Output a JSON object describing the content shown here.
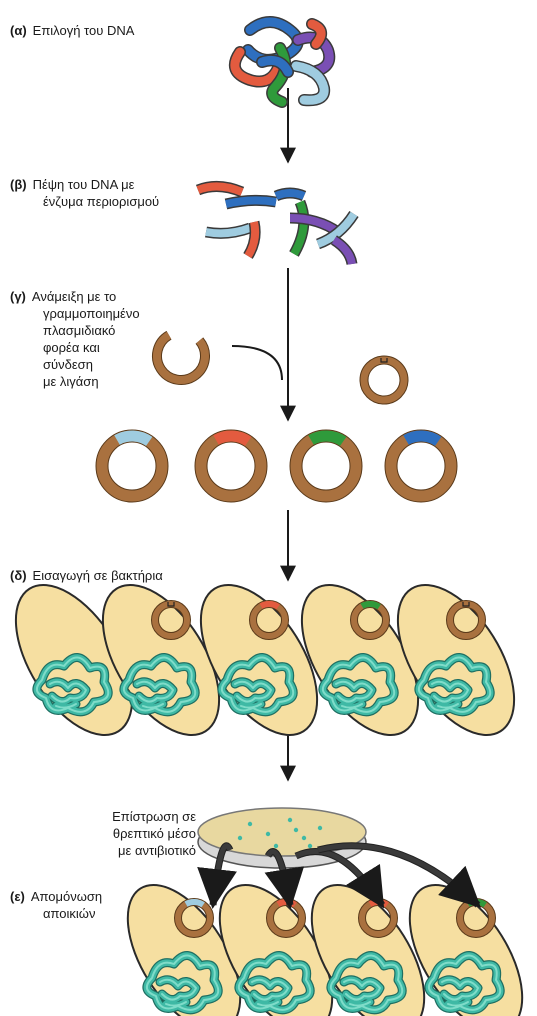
{
  "steps": {
    "a": {
      "marker": "(α)",
      "text": "Επιλογή του DNA"
    },
    "b": {
      "marker": "(β)",
      "lines": [
        "Πέψη του DNA με",
        "ένζυμα περιορισμού"
      ]
    },
    "c": {
      "marker": "(γ)",
      "lines": [
        "Ανάμειξη με το",
        "γραμμοποιημένο",
        "πλασμιδιακό",
        "φορέα και",
        "σύνδεση",
        "με λιγάση"
      ]
    },
    "d": {
      "marker": "(δ)",
      "text": "Εισαγωγή σε βακτήρια"
    },
    "plate": {
      "lines": [
        "Επίστρωση σε",
        "θρεπτικό μέσο",
        "με αντιβιοτικό"
      ]
    },
    "e": {
      "marker": "(ε)",
      "lines": [
        "Απομόνωση",
        "αποικιών"
      ]
    }
  },
  "colors": {
    "plasmid": "#a9713f",
    "cell_fill": "#f6dfa1",
    "cell_border": "#9b7a3e",
    "chromosome": "#3fb9a5",
    "chromosome_light": "#7fdcc9",
    "arrow": "#1a1a1a",
    "curved_arrow": "#3a3a3a",
    "insert_lightblue": "#9fcce0",
    "insert_red": "#e35b3f",
    "insert_green": "#2f9a3b",
    "insert_blue": "#2e6fbf",
    "insert_purple": "#7a4fb4",
    "dish": "#e8d8a0"
  },
  "plasmid_row": [
    "light-blue",
    "red",
    "green",
    "blue"
  ],
  "bacteria_row": [
    "none",
    "empty",
    "red",
    "green",
    "empty"
  ],
  "colony_row": [
    "light-blue",
    "red",
    "red",
    "green"
  ]
}
